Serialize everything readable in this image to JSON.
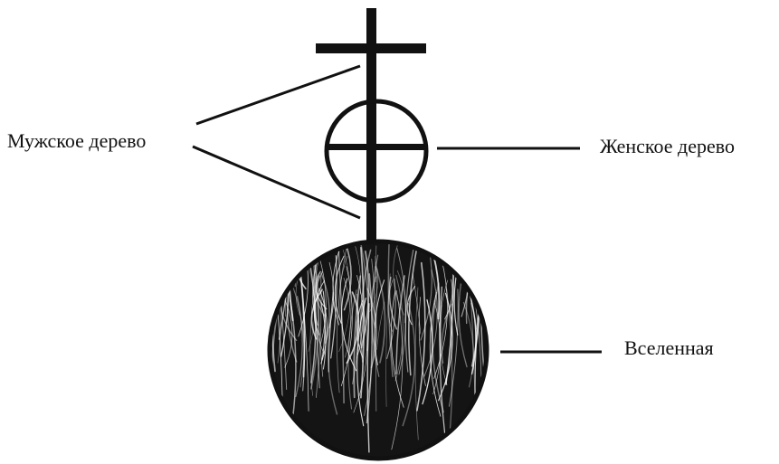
{
  "labels": {
    "male_tree": "Мужское дерево",
    "female_tree": "Женское дерево",
    "universe": "Вселенная"
  },
  "colors": {
    "ink": "#111111",
    "background": "#ffffff"
  }
}
